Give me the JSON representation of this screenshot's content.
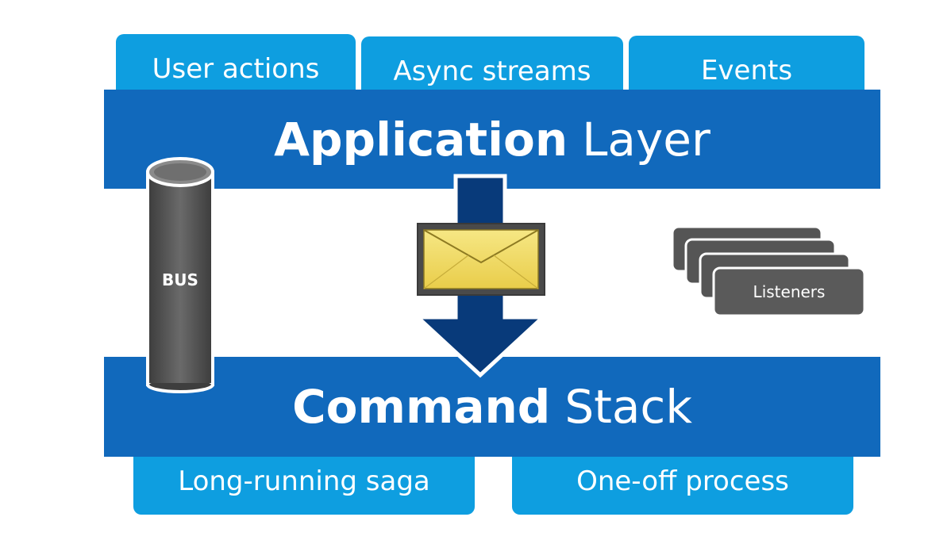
{
  "top_tabs": {
    "user_actions": "User actions",
    "async_streams": "Async streams",
    "events": "Events"
  },
  "application_layer": {
    "bold": "Application",
    "regular": "Layer"
  },
  "bus": {
    "label": "BUS"
  },
  "listeners": {
    "label": "Listeners"
  },
  "command_stack": {
    "bold": "Command",
    "regular": "Stack"
  },
  "bottom_tabs": {
    "saga": "Long-running saga",
    "one_off": "One-off process"
  },
  "colors": {
    "tab_blue": "#0e9ee0",
    "band_blue": "#1169bc",
    "arrow_navy": "#083a7a",
    "envelope_yellow": "#f3de6e",
    "gray": "#5a5a5a"
  }
}
